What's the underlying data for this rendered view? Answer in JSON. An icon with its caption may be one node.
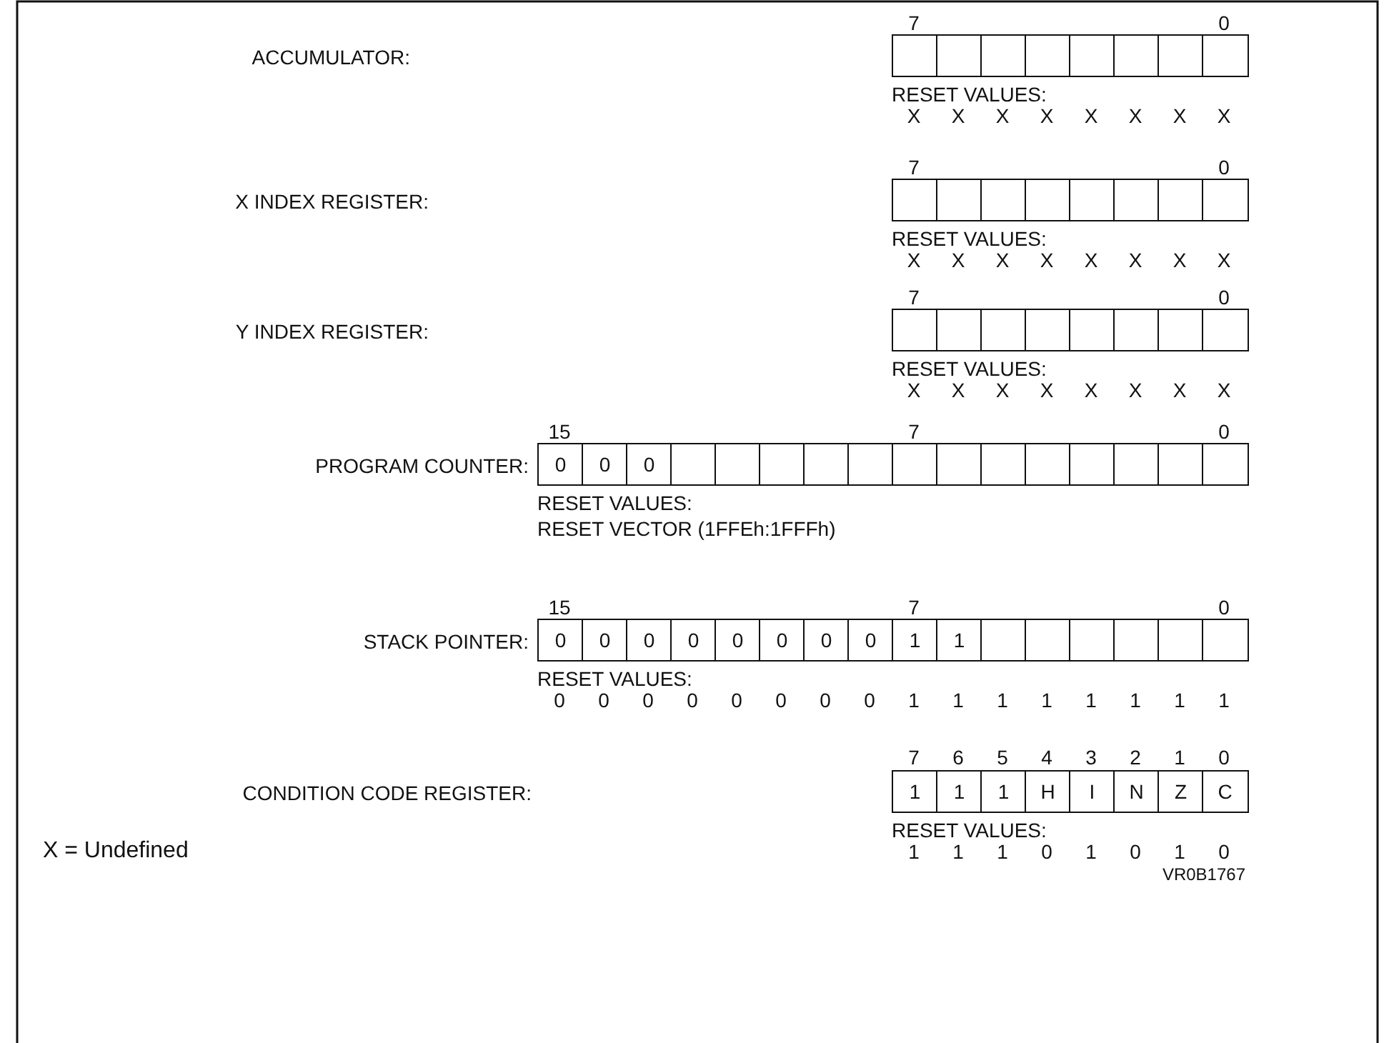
{
  "diagram": {
    "nodes": [
      {
        "text": [],
        "shape": "box"
      },
      {
        "text": [],
        "shape": "box"
      },
      {
        "text": [],
        "shape": "box"
      },
      {
        "text": [],
        "shape": "box"
      },
      {
        "text": [],
        "shape": "box"
      },
      {
        "text": [],
        "shape": "box"
      },
      {
        "text": [],
        "shape": "box"
      },
      {
        "text": [],
        "shape": "box"
      },
      {
        "text": [],
        "shape": "box"
      },
      {
        "text": [],
        "shape": "box"
      },
      {
        "text": [],
        "shape": "box"
      },
      {
        "text": [],
        "shape": "box"
      },
      {
        "text": [],
        "shape": "box"
      },
      {
        "text": [],
        "shape": "box"
      },
      {
        "text": [],
        "shape": "box"
      },
      {
        "text": [],
        "shape": "box"
      },
      {
        "text": [],
        "shape": "box"
      },
      {
        "text": [],
        "shape": "box"
      },
      {
        "text": [],
        "shape": "box"
      },
      {
        "text": [],
        "shape": "box"
      },
      {
        "text": [],
        "shape": "box"
      },
      {
        "text": [],
        "shape": "box"
      },
      {
        "text": [],
        "shape": "box"
      },
      {
        "text": [],
        "shape": "box"
      },
      {
        "text": [
          "0"
        ]
      },
      {
        "text": [
          "0"
        ]
      },
      {
        "text": [
          "0"
        ]
      },
      {
        "text": [],
        "shape": "box"
      },
      {
        "text": [],
        "shape": "box"
      },
      {
        "text": [],
        "shape": "box"
      },
      {
        "text": [],
        "shape": "box"
      },
      {
        "text": [],
        "shape": "box"
      },
      {
        "text": [],
        "shape": "box"
      },
      {
        "text": [],
        "shape": "box"
      },
      {
        "text": [],
        "shape": "box"
      },
      {
        "text": [],
        "shape": "box"
      },
      {
        "text": [],
        "shape": "box"
      },
      {
        "text": [],
        "shape": "box"
      },
      {
        "text": [],
        "shape": "box"
      },
      {
        "text": [],
        "shape": "box"
      },
      {
        "text": [
          "0"
        ]
      },
      {
        "text": [
          "0"
        ]
      },
      {
        "text": [
          "0"
        ]
      },
      {
        "text": [
          "0"
        ]
      },
      {
        "text": [
          "0"
        ]
      },
      {
        "text": [
          "0"
        ]
      },
      {
        "text": [
          "0"
        ]
      },
      {
        "text": [
          "0"
        ]
      },
      {
        "text": [
          "1"
        ]
      },
      {
        "text": [
          "1"
        ]
      },
      {
        "text": [],
        "shape": "box"
      },
      {
        "text": [],
        "shape": "box"
      },
      {
        "text": [],
        "shape": "box"
      },
      {
        "text": [],
        "shape": "box"
      },
      {
        "text": [],
        "shape": "box"
      },
      {
        "text": [],
        "shape": "box"
      },
      {
        "text": [
          "1"
        ]
      },
      {
        "text": [
          "1"
        ]
      },
      {
        "text": [
          "1"
        ]
      },
      {
        "text": [
          "H"
        ]
      },
      {
        "text": [
          "I"
        ]
      },
      {
        "text": [
          "N"
        ]
      },
      {
        "text": [
          "Z"
        ]
      },
      {
        "text": [
          "C"
        ]
      }
    ],
    "labels": [
      "7",
      "0",
      "ACCUMULATOR:",
      "RESET VALUES:",
      "X",
      "X",
      "X",
      "X",
      "X",
      "X",
      "X",
      "X",
      "7",
      "0",
      "X INDEX REGISTER:",
      "RESET VALUES:",
      "X",
      "X",
      "X",
      "X",
      "X",
      "X",
      "X",
      "X",
      "7",
      "0",
      "Y INDEX REGISTER:",
      "RESET VALUES:",
      "X",
      "X",
      "X",
      "X",
      "X",
      "X",
      "X",
      "X",
      "15",
      "7",
      "0",
      "PROGRAM COUNTER:",
      "RESET VALUES:",
      "RESET VECTOR (1FFEh:1FFFh)",
      "15",
      "7",
      "0",
      "STACK POINTER:",
      "RESET VALUES:",
      "0",
      "0",
      "0",
      "0",
      "0",
      "0",
      "0",
      "0",
      "1",
      "1",
      "1",
      "1",
      "1",
      "1",
      "1",
      "1",
      "7",
      "6",
      "5",
      "4",
      "3",
      "2",
      "1",
      "0",
      "CONDITION CODE REGISTER:",
      "RESET VALUES:",
      "X = Undefined",
      "1",
      "1",
      "1",
      "0",
      "1",
      "0",
      "1",
      "0",
      "VR0B1767"
    ]
  }
}
